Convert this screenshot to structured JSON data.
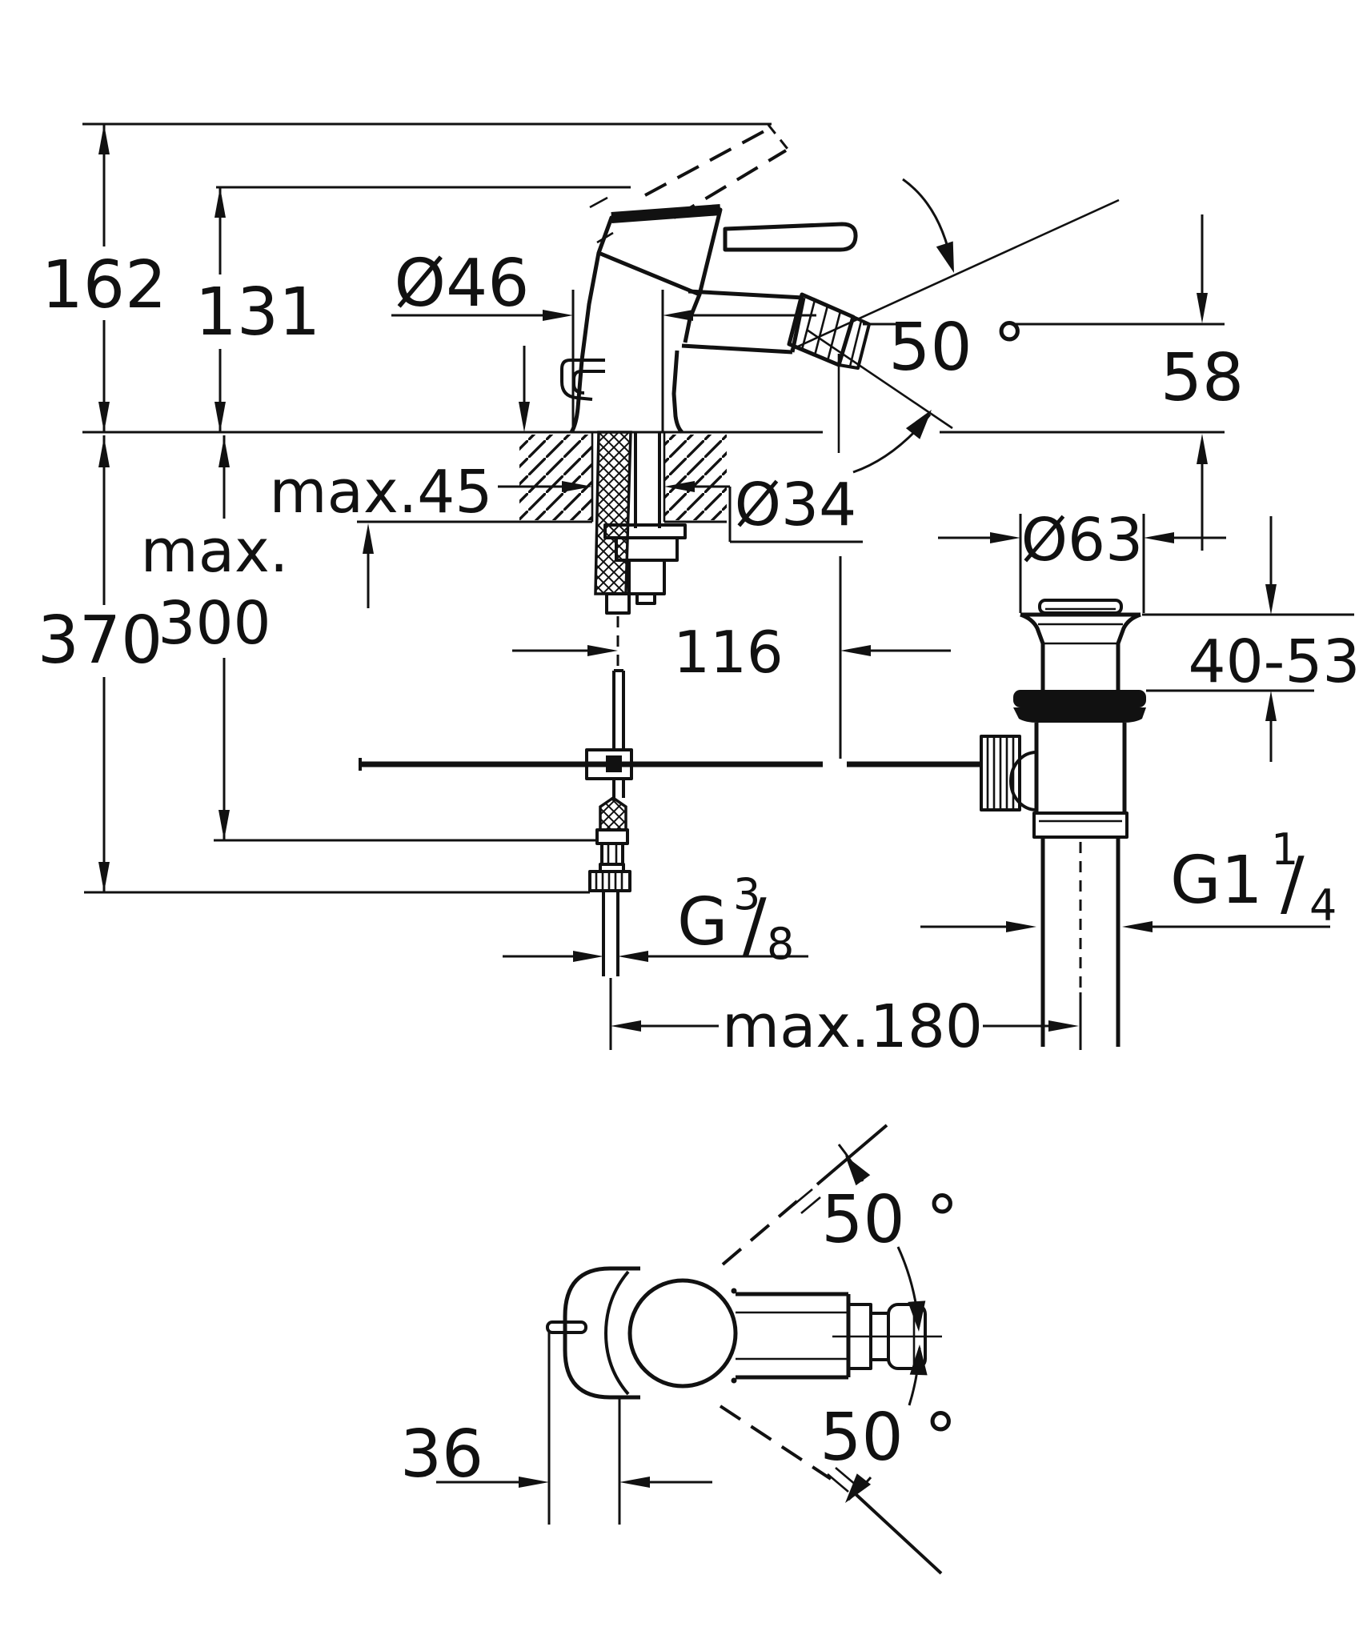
{
  "drawing": {
    "kind": "installation dimension drawing, single-lever bidet mixer with pop-up waste",
    "units": "mm",
    "ink": "#111111",
    "paper": "#ffffff"
  },
  "labels": {
    "dim_162": "162",
    "dim_131": "131",
    "dia_46": "Ø46",
    "angle_side": "50 °",
    "dim_58": "58",
    "max_45": "max.45",
    "dia_34": "Ø34",
    "max_300_word": "max.",
    "max_300_num": "300",
    "dim_370": "370",
    "dim_116": "116",
    "dia_63": "Ø63",
    "dim_40_53": "40-53",
    "g114_base": "G1",
    "g114_sup": "1",
    "g114_slash": "/",
    "g114_sub": "4",
    "g38_base": "G",
    "g38_sup": "3",
    "g38_slash": "/",
    "g38_sub": "8",
    "max_180": "max.180",
    "angle_plan_upper": "50 °",
    "angle_plan_lower": "50 °",
    "dim_36": "36"
  }
}
